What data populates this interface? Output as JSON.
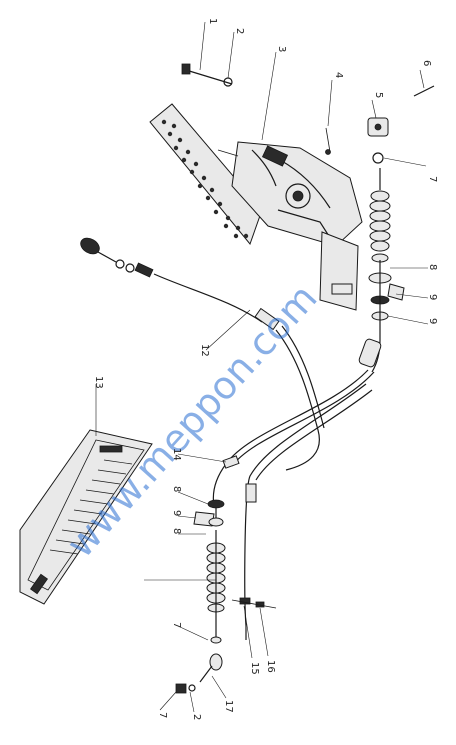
{
  "diagram": {
    "part_numbers": [
      {
        "id": "p1",
        "label": "1"
      },
      {
        "id": "p2",
        "label": "2"
      },
      {
        "id": "p3",
        "label": "3"
      },
      {
        "id": "p4",
        "label": "4"
      },
      {
        "id": "p5",
        "label": "5"
      },
      {
        "id": "p6",
        "label": "6"
      },
      {
        "id": "p7a",
        "label": "7"
      },
      {
        "id": "p8a",
        "label": "8"
      },
      {
        "id": "p9a",
        "label": "9"
      },
      {
        "id": "p9b",
        "label": "9"
      },
      {
        "id": "p12",
        "label": "12"
      },
      {
        "id": "p13",
        "label": "13"
      },
      {
        "id": "p14",
        "label": "14"
      },
      {
        "id": "p8b",
        "label": "8"
      },
      {
        "id": "p9c",
        "label": "9"
      },
      {
        "id": "p8c",
        "label": "8"
      },
      {
        "id": "p7b",
        "label": "7"
      },
      {
        "id": "p15",
        "label": "15"
      },
      {
        "id": "p16",
        "label": "16"
      },
      {
        "id": "p7c",
        "label": "7"
      },
      {
        "id": "p2b",
        "label": "2"
      },
      {
        "id": "p17",
        "label": "17"
      }
    ],
    "watermark": "www.meppon.com"
  }
}
